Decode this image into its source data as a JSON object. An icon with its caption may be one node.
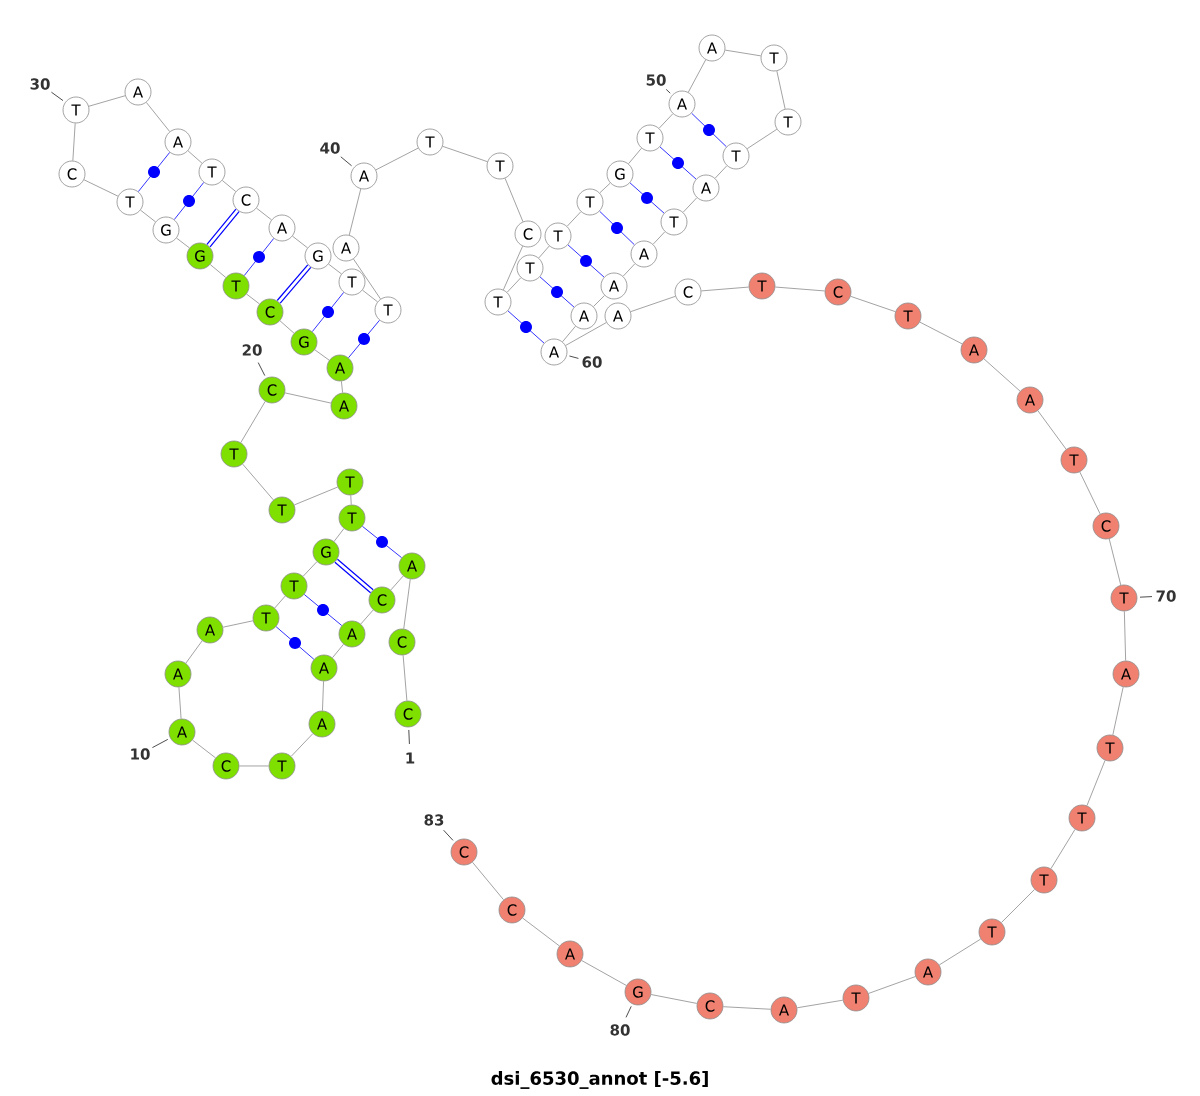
{
  "diagram": {
    "caption": "dsi_6530_annot [-5.6]",
    "nodes": [
      {
        "text": [
          "C"
        ],
        "beside": [
          "1"
        ]
      },
      {
        "text": [
          "C"
        ]
      },
      {
        "text": [
          "A"
        ]
      },
      {
        "text": [
          "C"
        ]
      },
      {
        "text": [
          "A"
        ]
      },
      {
        "text": [
          "A"
        ]
      },
      {
        "text": [
          "A"
        ]
      },
      {
        "text": [
          "T"
        ]
      },
      {
        "text": [
          "C"
        ]
      },
      {
        "text": [
          "A"
        ],
        "beside": [
          "10"
        ]
      },
      {
        "text": [
          "A"
        ]
      },
      {
        "text": [
          "A"
        ]
      },
      {
        "text": [
          "T"
        ]
      },
      {
        "text": [
          "T"
        ]
      },
      {
        "text": [
          "G"
        ]
      },
      {
        "text": [
          "T"
        ]
      },
      {
        "text": [
          "T"
        ]
      },
      {
        "text": [
          "T"
        ]
      },
      {
        "text": [
          "T"
        ]
      },
      {
        "text": [
          "C"
        ],
        "beside": [
          "20"
        ]
      },
      {
        "text": [
          "A"
        ]
      },
      {
        "text": [
          "A"
        ]
      },
      {
        "text": [
          "G"
        ]
      },
      {
        "text": [
          "C"
        ]
      },
      {
        "text": [
          "T"
        ]
      },
      {
        "text": [
          "G"
        ]
      },
      {
        "text": [
          "G"
        ]
      },
      {
        "text": [
          "T"
        ]
      },
      {
        "text": [
          "C"
        ]
      },
      {
        "text": [
          "T"
        ],
        "beside": [
          "30"
        ]
      },
      {
        "text": [
          "A"
        ]
      },
      {
        "text": [
          "A"
        ]
      },
      {
        "text": [
          "T"
        ]
      },
      {
        "text": [
          "C"
        ]
      },
      {
        "text": [
          "A"
        ]
      },
      {
        "text": [
          "G"
        ]
      },
      {
        "text": [
          "T"
        ]
      },
      {
        "text": [
          "T"
        ]
      },
      {
        "text": [
          "A"
        ]
      },
      {
        "text": [
          "A"
        ],
        "beside": [
          "40"
        ]
      },
      {
        "text": [
          "T"
        ]
      },
      {
        "text": [
          "T"
        ]
      },
      {
        "text": [
          "C"
        ]
      },
      {
        "text": [
          "T"
        ]
      },
      {
        "text": [
          "T"
        ]
      },
      {
        "text": [
          "T"
        ]
      },
      {
        "text": [
          "T"
        ]
      },
      {
        "text": [
          "G"
        ]
      },
      {
        "text": [
          "T"
        ]
      },
      {
        "text": [
          "A"
        ],
        "beside": [
          "50"
        ]
      },
      {
        "text": [
          "A"
        ]
      },
      {
        "text": [
          "T"
        ]
      },
      {
        "text": [
          "T"
        ]
      },
      {
        "text": [
          "T"
        ]
      },
      {
        "text": [
          "A"
        ]
      },
      {
        "text": [
          "T"
        ]
      },
      {
        "text": [
          "A"
        ]
      },
      {
        "text": [
          "A"
        ]
      },
      {
        "text": [
          "A"
        ]
      },
      {
        "text": [
          "A"
        ],
        "beside": [
          "60"
        ]
      },
      {
        "text": [
          "A"
        ]
      },
      {
        "text": [
          "C"
        ]
      },
      {
        "text": [
          "T"
        ]
      },
      {
        "text": [
          "C"
        ]
      },
      {
        "text": [
          "T"
        ]
      },
      {
        "text": [
          "A"
        ]
      },
      {
        "text": [
          "A"
        ]
      },
      {
        "text": [
          "T"
        ]
      },
      {
        "text": [
          "C"
        ]
      },
      {
        "text": [
          "T"
        ],
        "beside": [
          "70"
        ]
      },
      {
        "text": [
          "A"
        ]
      },
      {
        "text": [
          "T"
        ]
      },
      {
        "text": [
          "T"
        ]
      },
      {
        "text": [
          "T"
        ]
      },
      {
        "text": [
          "T"
        ]
      },
      {
        "text": [
          "A"
        ]
      },
      {
        "text": [
          "T"
        ]
      },
      {
        "text": [
          "A"
        ]
      },
      {
        "text": [
          "C"
        ]
      },
      {
        "text": [
          "G"
        ],
        "beside": [
          "80"
        ]
      },
      {
        "text": [
          "A"
        ]
      },
      {
        "text": [
          "C"
        ]
      },
      {
        "text": [
          "C"
        ],
        "beside": [
          "83"
        ]
      }
    ],
    "edges": [
      {
        "from": 0,
        "to": 1,
        "arrow": "none"
      },
      {
        "from": 1,
        "to": 2,
        "arrow": "none"
      },
      {
        "from": 2,
        "to": 3,
        "arrow": "none"
      },
      {
        "from": 3,
        "to": 4,
        "arrow": "none"
      },
      {
        "from": 4,
        "to": 5,
        "arrow": "none"
      },
      {
        "from": 5,
        "to": 6,
        "arrow": "none"
      },
      {
        "from": 6,
        "to": 7,
        "arrow": "none"
      },
      {
        "from": 7,
        "to": 8,
        "arrow": "none"
      },
      {
        "from": 8,
        "to": 9,
        "arrow": "none"
      },
      {
        "from": 9,
        "to": 10,
        "arrow": "none"
      },
      {
        "from": 10,
        "to": 11,
        "arrow": "none"
      },
      {
        "from": 11,
        "to": 12,
        "arrow": "none"
      },
      {
        "from": 12,
        "to": 13,
        "arrow": "none"
      },
      {
        "from": 13,
        "to": 14,
        "arrow": "none"
      },
      {
        "from": 14,
        "to": 15,
        "arrow": "none"
      },
      {
        "from": 15,
        "to": 16,
        "arrow": "none"
      },
      {
        "from": 16,
        "to": 17,
        "arrow": "none"
      },
      {
        "from": 17,
        "to": 18,
        "arrow": "none"
      },
      {
        "from": 18,
        "to": 19,
        "arrow": "none"
      },
      {
        "from": 19,
        "to": 20,
        "arrow": "none"
      },
      {
        "from": 20,
        "to": 21,
        "arrow": "none"
      },
      {
        "from": 21,
        "to": 22,
        "arrow": "none"
      },
      {
        "from": 22,
        "to": 23,
        "arrow": "none"
      },
      {
        "from": 23,
        "to": 24,
        "arrow": "none"
      },
      {
        "from": 24,
        "to": 25,
        "arrow": "none"
      },
      {
        "from": 25,
        "to": 26,
        "arrow": "none"
      },
      {
        "from": 26,
        "to": 27,
        "arrow": "none"
      },
      {
        "from": 27,
        "to": 28,
        "arrow": "none"
      },
      {
        "from": 28,
        "to": 29,
        "arrow": "none"
      },
      {
        "from": 29,
        "to": 30,
        "arrow": "none"
      },
      {
        "from": 30,
        "to": 31,
        "arrow": "none"
      },
      {
        "from": 31,
        "to": 32,
        "arrow": "none"
      },
      {
        "from": 32,
        "to": 33,
        "arrow": "none"
      },
      {
        "from": 33,
        "to": 34,
        "arrow": "none"
      },
      {
        "from": 34,
        "to": 35,
        "arrow": "none"
      },
      {
        "from": 35,
        "to": 36,
        "arrow": "none"
      },
      {
        "from": 36,
        "to": 37,
        "arrow": "none"
      },
      {
        "from": 37,
        "to": 38,
        "arrow": "none"
      },
      {
        "from": 38,
        "to": 39,
        "arrow": "none"
      },
      {
        "from": 39,
        "to": 40,
        "arrow": "none"
      },
      {
        "from": 40,
        "to": 41,
        "arrow": "none"
      },
      {
        "from": 41,
        "to": 42,
        "arrow": "none"
      },
      {
        "from": 42,
        "to": 43,
        "arrow": "none"
      },
      {
        "from": 43,
        "to": 44,
        "arrow": "none"
      },
      {
        "from": 44,
        "to": 45,
        "arrow": "none"
      },
      {
        "from": 45,
        "to": 46,
        "arrow": "none"
      },
      {
        "from": 46,
        "to": 47,
        "arrow": "none"
      },
      {
        "from": 47,
        "to": 48,
        "arrow": "none"
      },
      {
        "from": 48,
        "to": 49,
        "arrow": "none"
      },
      {
        "from": 49,
        "to": 50,
        "arrow": "none"
      },
      {
        "from": 50,
        "to": 51,
        "arrow": "none"
      },
      {
        "from": 51,
        "to": 52,
        "arrow": "none"
      },
      {
        "from": 52,
        "to": 53,
        "arrow": "none"
      },
      {
        "from": 53,
        "to": 54,
        "arrow": "none"
      },
      {
        "from": 54,
        "to": 55,
        "arrow": "none"
      },
      {
        "from": 55,
        "to": 56,
        "arrow": "none"
      },
      {
        "from": 56,
        "to": 57,
        "arrow": "none"
      },
      {
        "from": 57,
        "to": 58,
        "arrow": "none"
      },
      {
        "from": 58,
        "to": 59,
        "arrow": "none"
      },
      {
        "from": 59,
        "to": 60,
        "arrow": "none"
      },
      {
        "from": 60,
        "to": 61,
        "arrow": "none"
      },
      {
        "from": 61,
        "to": 62,
        "arrow": "none"
      },
      {
        "from": 62,
        "to": 63,
        "arrow": "none"
      },
      {
        "from": 63,
        "to": 64,
        "arrow": "none"
      },
      {
        "from": 64,
        "to": 65,
        "arrow": "none"
      },
      {
        "from": 65,
        "to": 66,
        "arrow": "none"
      },
      {
        "from": 66,
        "to": 67,
        "arrow": "none"
      },
      {
        "from": 67,
        "to": 68,
        "arrow": "none"
      },
      {
        "from": 68,
        "to": 69,
        "arrow": "none"
      },
      {
        "from": 69,
        "to": 70,
        "arrow": "none"
      },
      {
        "from": 70,
        "to": 71,
        "arrow": "none"
      },
      {
        "from": 71,
        "to": 72,
        "arrow": "none"
      },
      {
        "from": 72,
        "to": 73,
        "arrow": "none"
      },
      {
        "from": 73,
        "to": 74,
        "arrow": "none"
      },
      {
        "from": 74,
        "to": 75,
        "arrow": "none"
      },
      {
        "from": 75,
        "to": 76,
        "arrow": "none"
      },
      {
        "from": 76,
        "to": 77,
        "arrow": "none"
      },
      {
        "from": 77,
        "to": 78,
        "arrow": "none"
      },
      {
        "from": 78,
        "to": 79,
        "arrow": "none"
      },
      {
        "from": 79,
        "to": 80,
        "arrow": "none"
      },
      {
        "from": 80,
        "to": 81,
        "arrow": "none"
      },
      {
        "from": 81,
        "to": 82,
        "arrow": "none"
      },
      {
        "from": 2,
        "to": 15,
        "arrow": "none",
        "color": "#0000ff"
      },
      {
        "from": 3,
        "to": 14,
        "arrow": "none",
        "style": "thick",
        "color": "#0000ff"
      },
      {
        "from": 4,
        "to": 13,
        "arrow": "none",
        "color": "#0000ff"
      },
      {
        "from": 5,
        "to": 12,
        "arrow": "none",
        "color": "#0000ff"
      },
      {
        "from": 21,
        "to": 37,
        "arrow": "none",
        "color": "#0000ff"
      },
      {
        "from": 22,
        "to": 36,
        "arrow": "none",
        "color": "#0000ff"
      },
      {
        "from": 23,
        "to": 35,
        "arrow": "none",
        "style": "thick",
        "color": "#0000ff"
      },
      {
        "from": 24,
        "to": 34,
        "arrow": "none",
        "color": "#0000ff"
      },
      {
        "from": 25,
        "to": 33,
        "arrow": "none",
        "style": "thick",
        "color": "#0000ff"
      },
      {
        "from": 26,
        "to": 32,
        "arrow": "none",
        "color": "#0000ff"
      },
      {
        "from": 27,
        "to": 31,
        "arrow": "none",
        "color": "#0000ff"
      },
      {
        "from": 43,
        "to": 59,
        "arrow": "none",
        "color": "#0000ff"
      },
      {
        "from": 44,
        "to": 58,
        "arrow": "none",
        "color": "#0000ff"
      },
      {
        "from": 45,
        "to": 57,
        "arrow": "none",
        "color": "#0000ff"
      },
      {
        "from": 46,
        "to": 56,
        "arrow": "none",
        "color": "#0000ff"
      },
      {
        "from": 47,
        "to": 55,
        "arrow": "none",
        "color": "#0000ff"
      },
      {
        "from": 48,
        "to": 54,
        "arrow": "none",
        "color": "#0000ff"
      },
      {
        "from": 49,
        "to": 53,
        "arrow": "none",
        "color": "#0000ff"
      }
    ]
  }
}
